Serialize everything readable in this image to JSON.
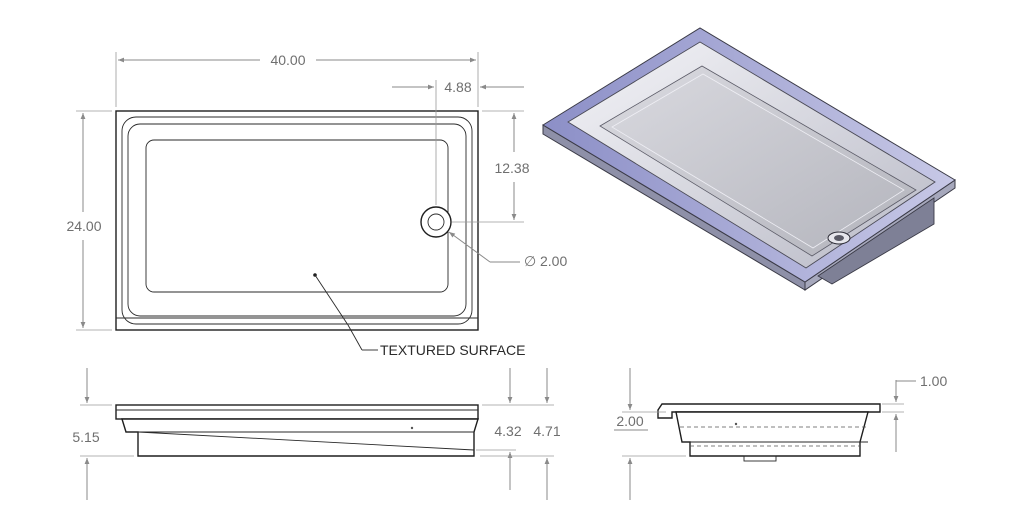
{
  "dimensions": {
    "overall_length": "40.00",
    "drain_offset_x": "4.88",
    "drain_offset_y": "12.38",
    "overall_width": "24.00",
    "drain_diameter": "2.00",
    "textured_surface": "TEXTURED SURFACE",
    "front_height_left": "5.15",
    "front_height_inner": "4.32",
    "front_height_right": "4.71",
    "side_flange_height": "2.00",
    "side_flange_width": "1.00"
  },
  "symbols": {
    "diameter": "∅"
  },
  "colors": {
    "line": "#1e1e1e",
    "dimension": "#8a8a8a",
    "iso_top": "#9ea0cc",
    "iso_floor": "#c9c9cf",
    "iso_wall": "#d9dae2"
  }
}
